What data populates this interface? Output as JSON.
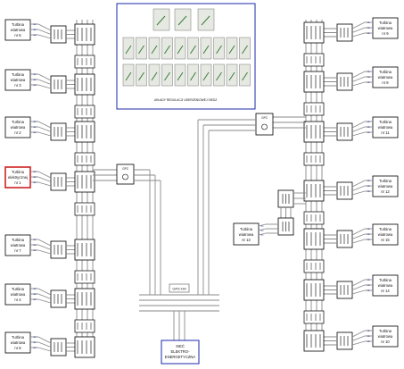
{
  "colors": {
    "background": "#ffffff",
    "line": "#8a8a8a",
    "box": "#000000",
    "highlight": "#cc2222",
    "accent_blue": "#1b2aa8",
    "panel_border": "#1b2aa8",
    "panel_fill": "#ffffff"
  },
  "top_panel": {
    "caption": "UKŁADY REGULACJI UDERZENIOWEJ SIEDZ"
  },
  "turbines_left": [
    {
      "label_line1": "Turbina",
      "label_line2": "wiatrowa",
      "label_line3": "nr 6",
      "highlight": false
    },
    {
      "label_line1": "Turbina",
      "label_line2": "wiatrowa",
      "label_line3": "nr 3",
      "highlight": false
    },
    {
      "label_line1": "Turbina",
      "label_line2": "wiatrowa",
      "label_line3": "nr 2",
      "highlight": false
    },
    {
      "label_line1": "Turbina",
      "label_line2": "elektrycznej",
      "label_line3": "nr 1",
      "highlight": true
    },
    {
      "label_line1": "Turbina",
      "label_line2": "wiatrowa",
      "label_line3": "nr 7",
      "highlight": false
    },
    {
      "label_line1": "Turbina",
      "label_line2": "wiatrowa",
      "label_line3": "nr 4",
      "highlight": false
    },
    {
      "label_line1": "Turbina",
      "label_line2": "wiatrowa",
      "label_line3": "nr 8",
      "highlight": false
    }
  ],
  "turbines_right": [
    {
      "label_line1": "Turbina",
      "label_line2": "wiatrowa",
      "label_line3": "nr 9"
    },
    {
      "label_line1": "Turbina",
      "label_line2": "wiatrowa",
      "label_line3": "nr 8"
    },
    {
      "label_line1": "Turbina",
      "label_line2": "wiatrowa",
      "label_line3": "nr 11"
    },
    {
      "label_line1": "Turbina",
      "label_line2": "wiatrowa",
      "label_line3": "nr 12"
    },
    {
      "label_line1": "Turbina",
      "label_line2": "wiatrowa",
      "label_line3": "nr 15"
    },
    {
      "label_line1": "Turbina",
      "label_line2": "wiatrowa",
      "label_line3": "nr 14"
    },
    {
      "label_line1": "Turbina",
      "label_line2": "wiatrowa",
      "label_line3": "nr 10"
    }
  ],
  "turbine_center": {
    "label_line1": "Turbina",
    "label_line2": "wiatrowa",
    "label_line3": "nr 13"
  },
  "bus_label": "GPZ-HH",
  "main_station": {
    "line1": "SIEĆ",
    "line2": "ELEKTRO-",
    "line3": "ENERGETYCZNA"
  },
  "hub_left": {
    "label": "GPZ"
  },
  "hub_right": {
    "label": "GPZ"
  }
}
